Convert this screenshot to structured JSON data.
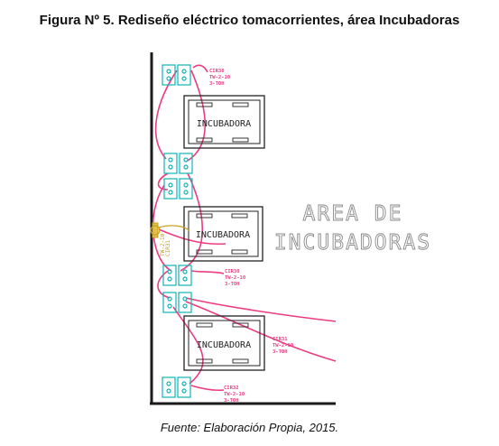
{
  "figure": {
    "title": "Figura Nº 5. Rediseño eléctrico tomacorrientes, área Incubadoras",
    "caption": "Fuente: Elaboración Propia, 2015."
  },
  "drawing": {
    "area_label_line1": "AREA DE",
    "area_label_line2": "INCUBADORAS",
    "incubators": [
      "INCUBADORA",
      "INCUBADORA",
      "INCUBADORA"
    ],
    "circuit_tags": [
      [
        "CIR30",
        "TW-2-10",
        "3-TOH"
      ],
      [
        "CIR30",
        "TW-2-10",
        "3-TOH"
      ],
      [
        "CIR31",
        "TW-2-10",
        "3-TOH"
      ],
      [
        "CIR32",
        "TW-2-10",
        "3-TOH"
      ]
    ],
    "panel_tag": [
      "TW-2-10",
      "CIR31"
    ],
    "colors": {
      "wall": "#1a1a1a",
      "outlet": "#10b3b3",
      "wiring": "#ec3c82",
      "panel": "#c7a21a",
      "incubator": "#222222"
    }
  }
}
